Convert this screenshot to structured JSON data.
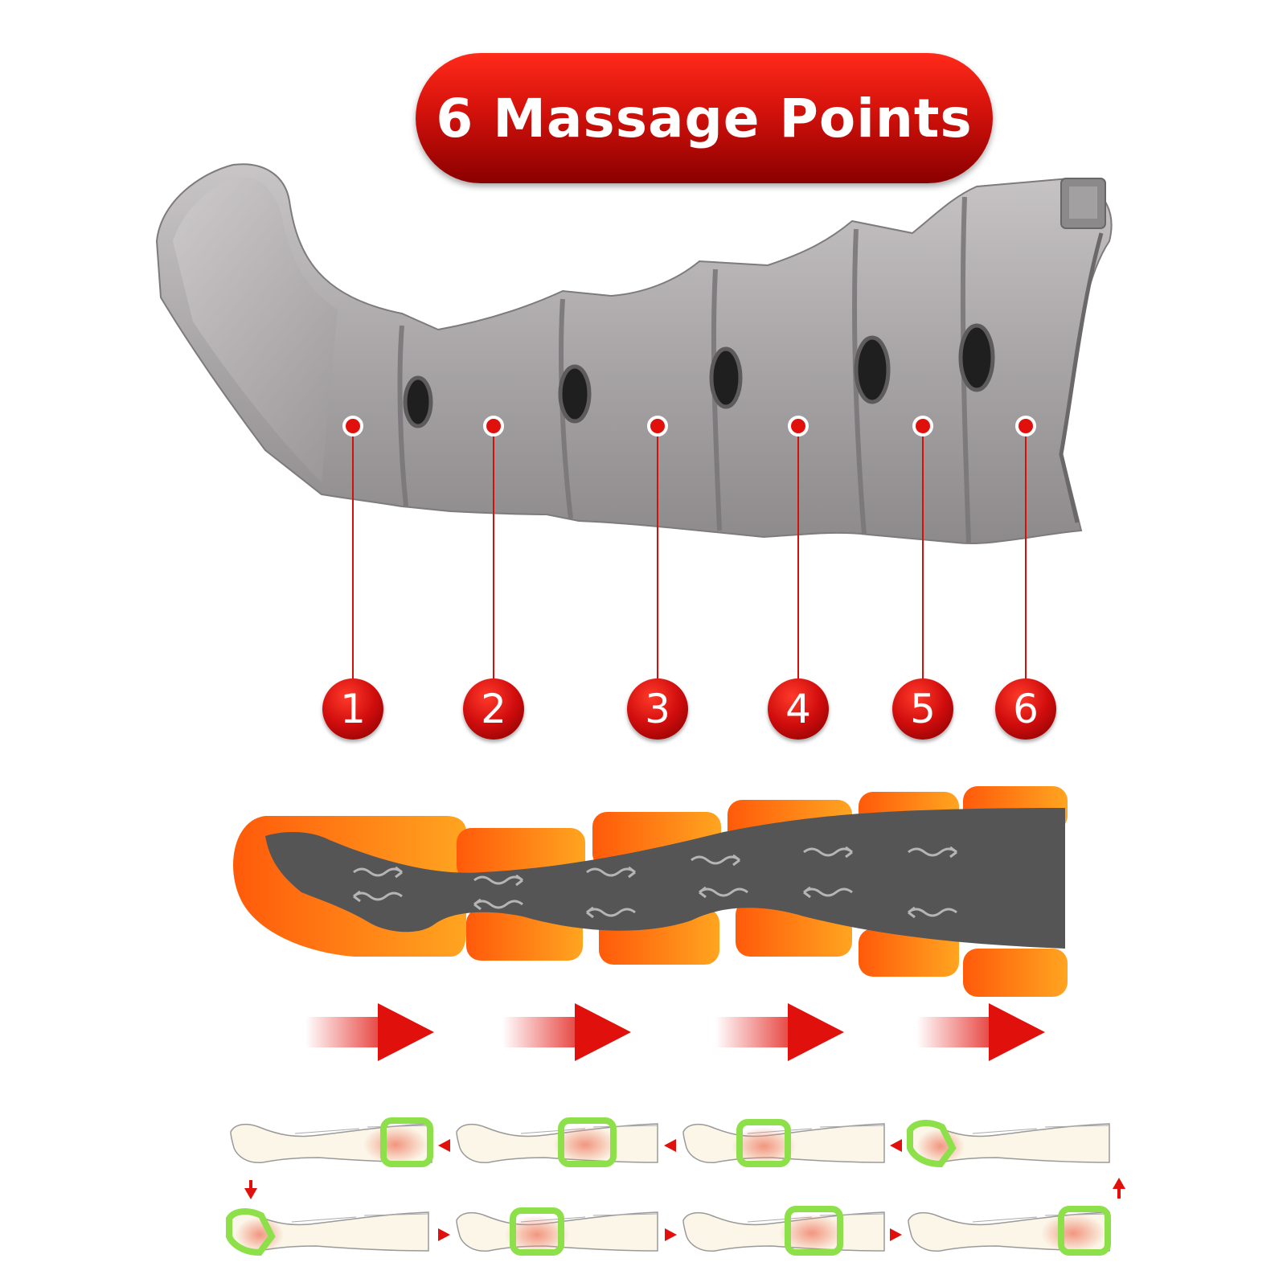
{
  "title": "6 Massage Points",
  "points": [
    "1",
    "2",
    "3",
    "4",
    "5",
    "6"
  ],
  "colors": {
    "accent_red": "#d3110b",
    "sleeve_gray": "#a9a6a8",
    "chamber_orange": "#ff7a14",
    "leg_gray": "#555555",
    "active_green": "#8ee04a"
  },
  "icons": {
    "flow_arrow": "right-arrow-icon",
    "sequence_arrow": "small-arrow-icon"
  }
}
